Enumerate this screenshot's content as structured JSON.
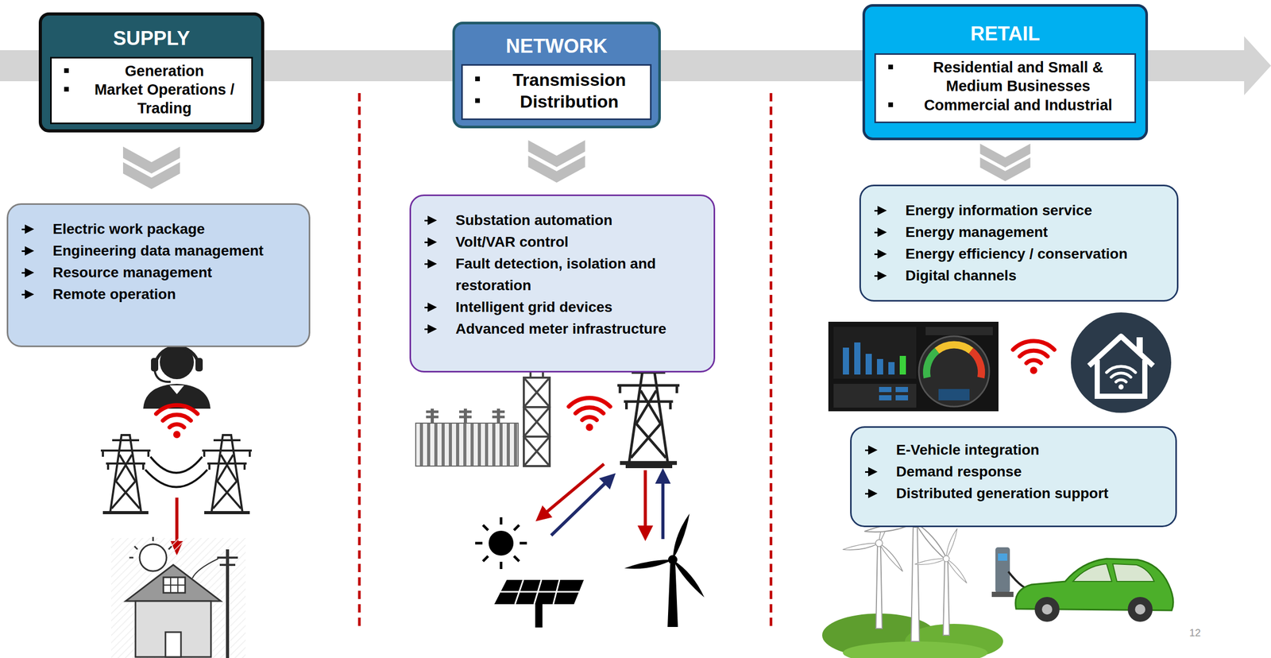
{
  "diagram": {
    "nodes": [
      {
        "text": [
          "SUPPLY"
        ]
      },
      {
        "text": [
          "Generation",
          "Market Operations / Trading"
        ],
        "in": 0
      },
      {
        "text": [
          "NETWORK"
        ]
      },
      {
        "text": [
          "Transmission",
          "Distribution"
        ],
        "in": 2
      },
      {
        "text": [
          "RETAIL"
        ]
      },
      {
        "text": [
          "Residential and Small & Medium Businesses",
          "Commercial and Industrial"
        ],
        "in": 4
      },
      {
        "text": [
          "Electric work package",
          "Engineering data management",
          "Resource management",
          "Remote operation"
        ]
      },
      {
        "text": [
          "Substation automation",
          "Volt/VAR control",
          "Fault detection, isolation and restoration",
          "Intelligent grid devices",
          "Advanced meter infrastructure"
        ]
      },
      {
        "text": [
          "Energy information service",
          "Energy management",
          "Energy efficiency / conservation",
          "Digital channels"
        ]
      },
      {
        "text": [
          "E-Vehicle integration",
          "Demand response",
          "Distributed generation support"
        ]
      }
    ],
    "edges": [
      {
        "from": 0,
        "to": 6,
        "arrow": "to"
      },
      {
        "from": 2,
        "to": 7,
        "arrow": "to"
      },
      {
        "from": 4,
        "to": 8,
        "arrow": "to"
      }
    ],
    "labels": [
      "12"
    ]
  }
}
